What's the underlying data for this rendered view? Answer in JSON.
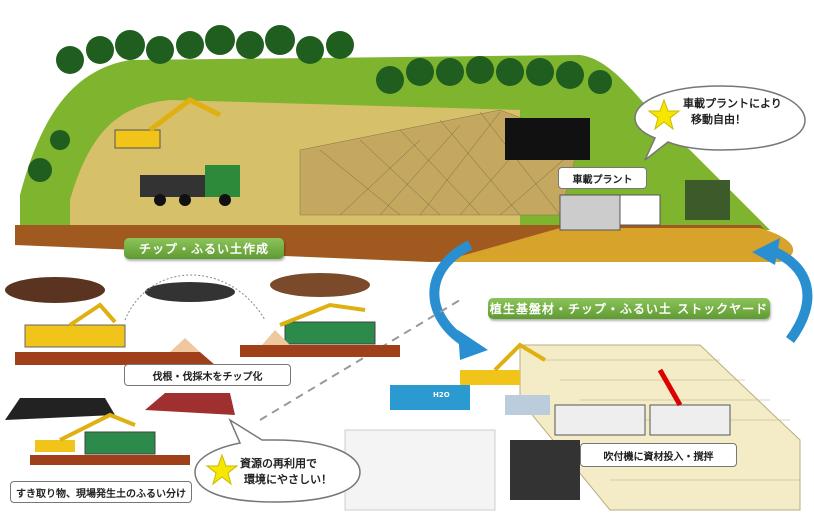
{
  "bubbles": {
    "mobile_plant": {
      "line1": "車載プラントにより",
      "line2": "移動自由！"
    },
    "eco": {
      "line1": "資源の再利用で",
      "line2": "環境にやさしい！"
    }
  },
  "labels": {
    "vehicle_plant": "車載プラント",
    "chip_soil_creation": "チップ・ふるい土作成",
    "stockyard": "植生基盤材・チップ・ふるい土 ストックヤード",
    "chipping": "伐根・伐採木をチップ化",
    "screening": "すき取り物、現場発生土のふるい分け",
    "loading": "吹付機に資材投入・撹拌",
    "water_truck": "H2O"
  },
  "colors": {
    "pill_green": "#6ba83c",
    "arrow_blue": "#2a8fd0",
    "star": "#f7e600"
  }
}
